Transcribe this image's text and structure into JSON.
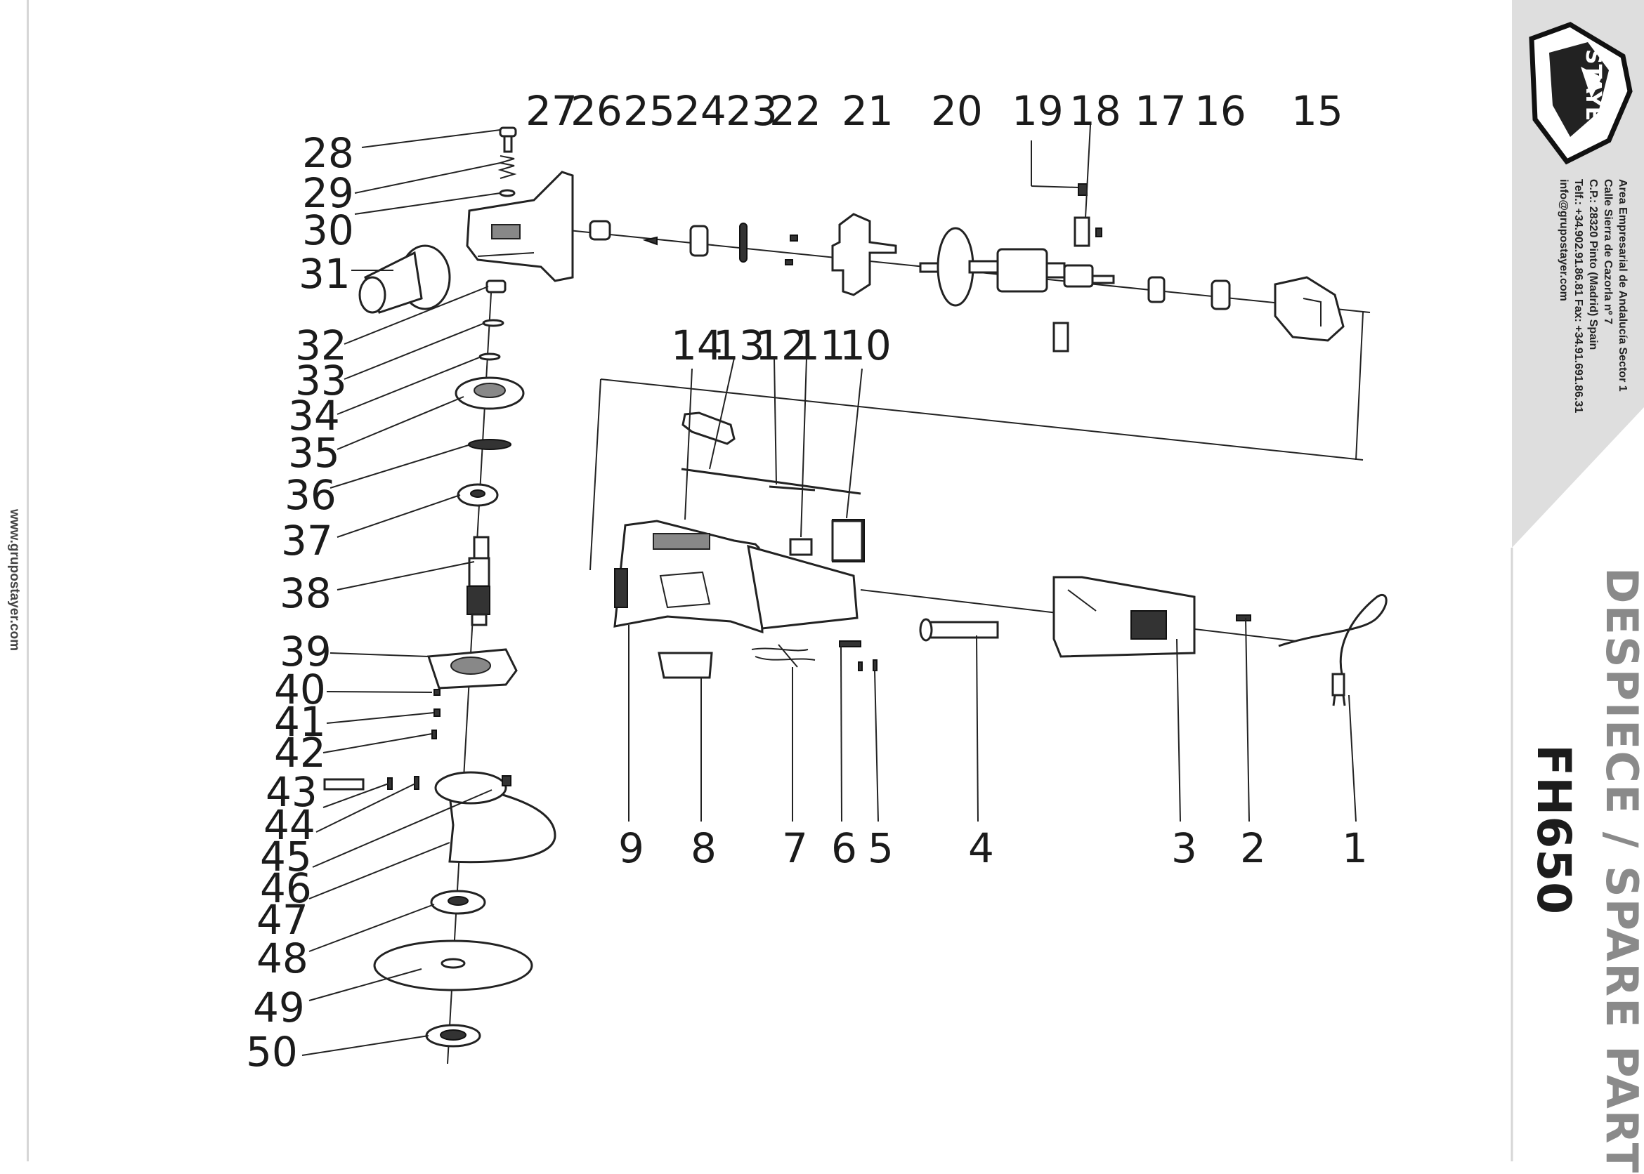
{
  "brand": {
    "name": "STAYER",
    "website": "www.grupostayer.com",
    "address_lines": [
      "Area Empresarial de Andalucía Sector 1",
      "Calle Sierra de Cazorla nº 7",
      "C.P.: 28320 Pinto (Madrid) Spain",
      "Telf.: +34.902.91.86.81 Fax: +34.91.691.86.31",
      "info@grupostayer.com"
    ]
  },
  "title": {
    "line1": "DESPIECE / SPARE PART",
    "line2": "FH650"
  },
  "part_numbers": [
    "1",
    "2",
    "3",
    "4",
    "5",
    "6",
    "7",
    "8",
    "9",
    "10",
    "11",
    "12",
    "13",
    "14",
    "15",
    "16",
    "17",
    "18",
    "19",
    "20",
    "21",
    "22",
    "23",
    "24",
    "25",
    "26",
    "27",
    "28",
    "29",
    "30",
    "31",
    "32",
    "33",
    "34",
    "35",
    "36",
    "37",
    "38",
    "39",
    "40",
    "41",
    "42",
    "43",
    "44",
    "45",
    "46",
    "47",
    "48",
    "49",
    "50"
  ],
  "colors": {
    "sidebar_grey": "#dedede",
    "ink": "#1b1b1b",
    "title_grey": "#8a8a8a"
  }
}
